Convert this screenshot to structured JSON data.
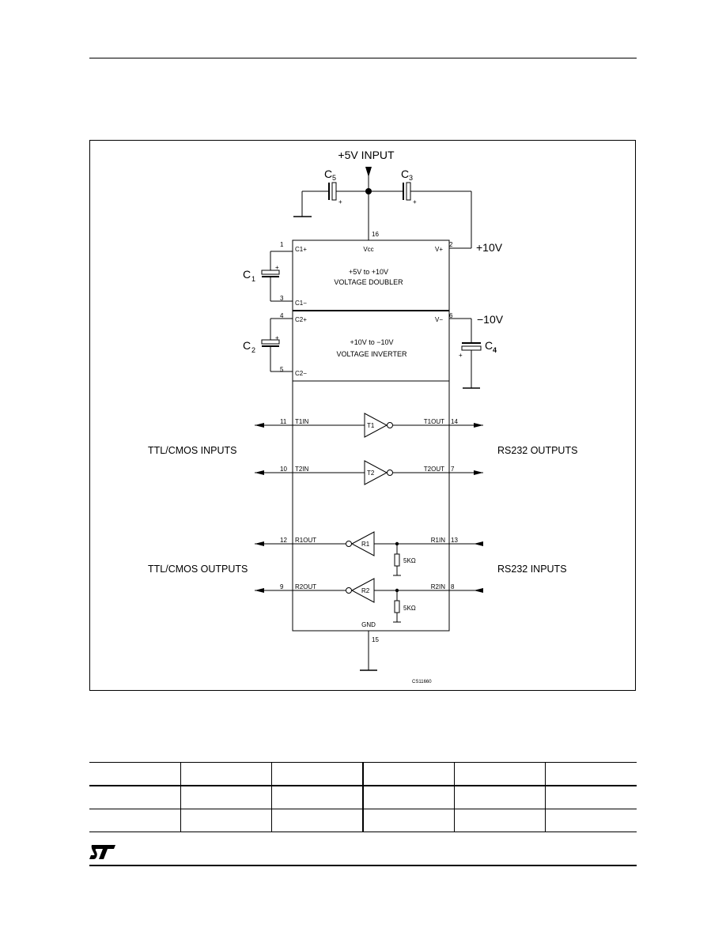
{
  "diagram": {
    "input_label": "+5V INPUT",
    "plus10_label": "+10V",
    "minus10_label": "−10V",
    "ref_code": "CS11660",
    "capacitors": {
      "c5": {
        "letter": "C",
        "sub": "5"
      },
      "c3": {
        "letter": "C",
        "sub": "3"
      },
      "c1": {
        "letter": "C",
        "sub": "1"
      },
      "c2": {
        "letter": "C",
        "sub": "2"
      },
      "c4": {
        "letter": "C",
        "sub": "4"
      }
    },
    "doubler": {
      "line1": "+5V to +10V",
      "line2": "VOLTAGE DOUBLER"
    },
    "inverter": {
      "line1": "+10V to −10V",
      "line2": "VOLTAGE INVERTER"
    },
    "pin_labels": {
      "vcc": "Vcc",
      "vplus": "V+",
      "vminus": "V−",
      "c1p": "C1+",
      "c1m": "C1−",
      "c2p": "C2+",
      "c2m": "C2−",
      "t1in": "T1IN",
      "t2in": "T2IN",
      "t1out": "T1OUT",
      "t2out": "T2OUT",
      "r1out": "R1OUT",
      "r2out": "R2OUT",
      "r1in": "R1IN",
      "r2in": "R2IN",
      "gnd": "GND"
    },
    "pin_numbers": {
      "vcc": "16",
      "vplus": "2",
      "vminus": "6",
      "c1p": "1",
      "c1m": "3",
      "c2p": "4",
      "c2m": "5",
      "t1in": "11",
      "t2in": "10",
      "t1out": "14",
      "t2out": "7",
      "r1out": "12",
      "r2out": "9",
      "r1in": "13",
      "r2in": "8",
      "gnd": "15"
    },
    "gates": {
      "t1": "T1",
      "t2": "T2",
      "r1": "R1",
      "r2": "R2"
    },
    "resistor_value": "5KΩ",
    "group_labels": {
      "ttl_inputs": "TTL/CMOS INPUTS",
      "rs232_outputs": "RS232 OUTPUTS",
      "ttl_outputs": "TTL/CMOS OUTPUTS",
      "rs232_inputs": "RS232 INPUTS"
    }
  },
  "table": {
    "rows": [
      [
        "",
        "",
        "",
        "",
        "",
        ""
      ],
      [
        "",
        "",
        "",
        "",
        "",
        ""
      ],
      [
        "",
        "",
        "",
        "",
        "",
        ""
      ]
    ]
  },
  "logo": {
    "name": "st-logo",
    "color": "#000000"
  }
}
